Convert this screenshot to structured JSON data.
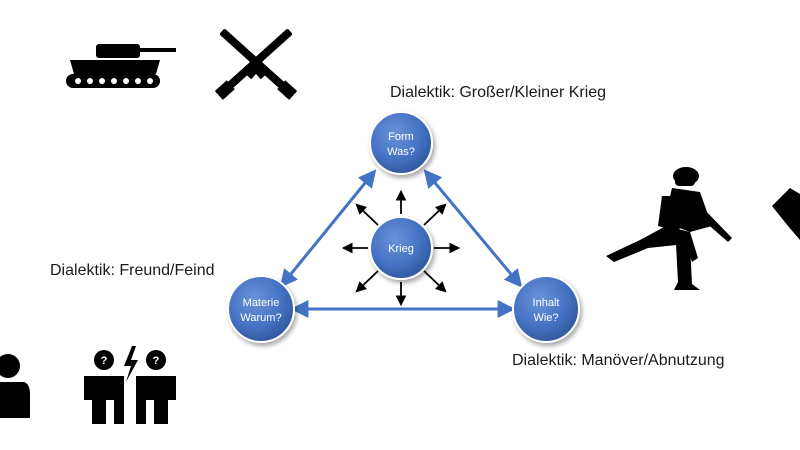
{
  "labels": {
    "form_dialectic": "Dialektik: Großer/Kleiner Krieg",
    "materie_dialectic": "Dialektik: Freund/Feind",
    "inhalt_dialectic": "Dialektik: Manöver/Abnutzung"
  },
  "nodes": {
    "form": {
      "line1": "Form",
      "line2": "Was?"
    },
    "center": {
      "line1": "Krieg"
    },
    "materie": {
      "line1": "Materie",
      "line2": "Warum?"
    },
    "inhalt": {
      "line1": "Inhalt",
      "line2": "Wie?"
    }
  },
  "icons": [
    "tank-icon",
    "crossed-rifles-icon",
    "running-soldier-icon",
    "person-silhouette-icon",
    "quarreling-people-icon"
  ],
  "colors": {
    "node": "#4472c4",
    "connector": "#4472c4",
    "arrow": "#000000",
    "text": "#1a1a1a",
    "icon": "#000000"
  }
}
